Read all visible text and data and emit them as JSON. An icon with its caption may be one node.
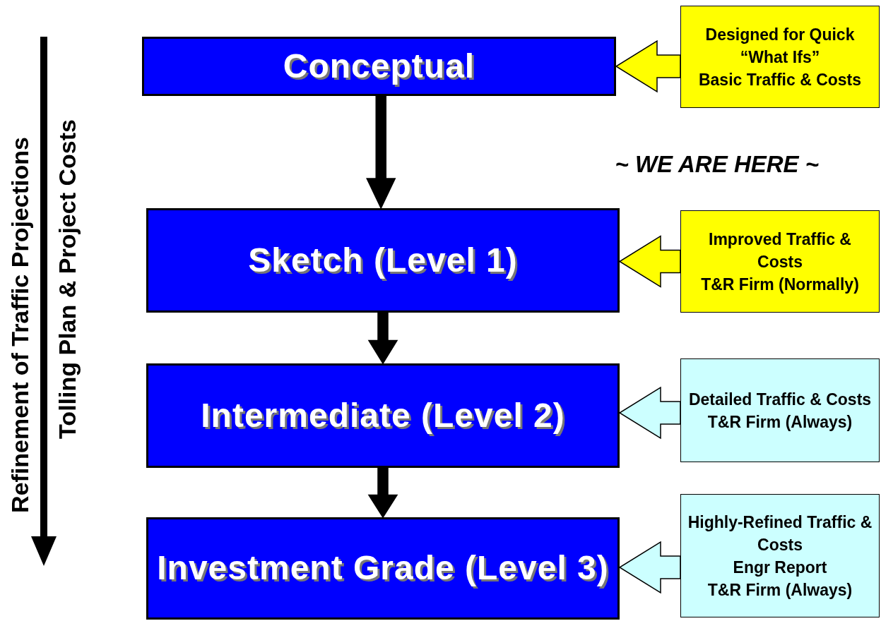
{
  "diagram": {
    "nodes": [
      {
        "text": [
          "Conceptual"
        ]
      },
      {
        "text": [
          "Designed for Quick “What Ifs”",
          "Basic Traffic & Costs"
        ]
      },
      {
        "text": [
          "Sketch (Level 1)"
        ]
      },
      {
        "text": [
          "Improved Traffic & Costs",
          "T&R Firm (Normally)"
        ]
      },
      {
        "text": [
          "Intermediate (Level 2)"
        ]
      },
      {
        "text": [
          "Detailed Traffic & Costs",
          "T&R Firm (Always)"
        ]
      },
      {
        "text": [
          "Investment Grade (Level 3)"
        ]
      },
      {
        "text": [
          "Highly-Refined Traffic & Costs",
          "Engr Report",
          "T&R Firm (Always)"
        ]
      }
    ],
    "edges": [
      {
        "from": 1,
        "to": 0,
        "arrow": "to",
        "color": "#ffff00"
      },
      {
        "from": 0,
        "to": 2,
        "arrow": "to"
      },
      {
        "from": 3,
        "to": 2,
        "arrow": "to",
        "color": "#ffff00"
      },
      {
        "from": 2,
        "to": 4,
        "arrow": "to"
      },
      {
        "from": 5,
        "to": 4,
        "arrow": "to",
        "color": "#ccffff"
      },
      {
        "from": 4,
        "to": 6,
        "arrow": "to"
      },
      {
        "from": 7,
        "to": 6,
        "arrow": "to",
        "color": "#ccffff"
      }
    ],
    "labels": [
      "Refinement of Traffic Projections",
      "Tolling Plan & Project Costs",
      "~ WE ARE HERE ~"
    ]
  }
}
